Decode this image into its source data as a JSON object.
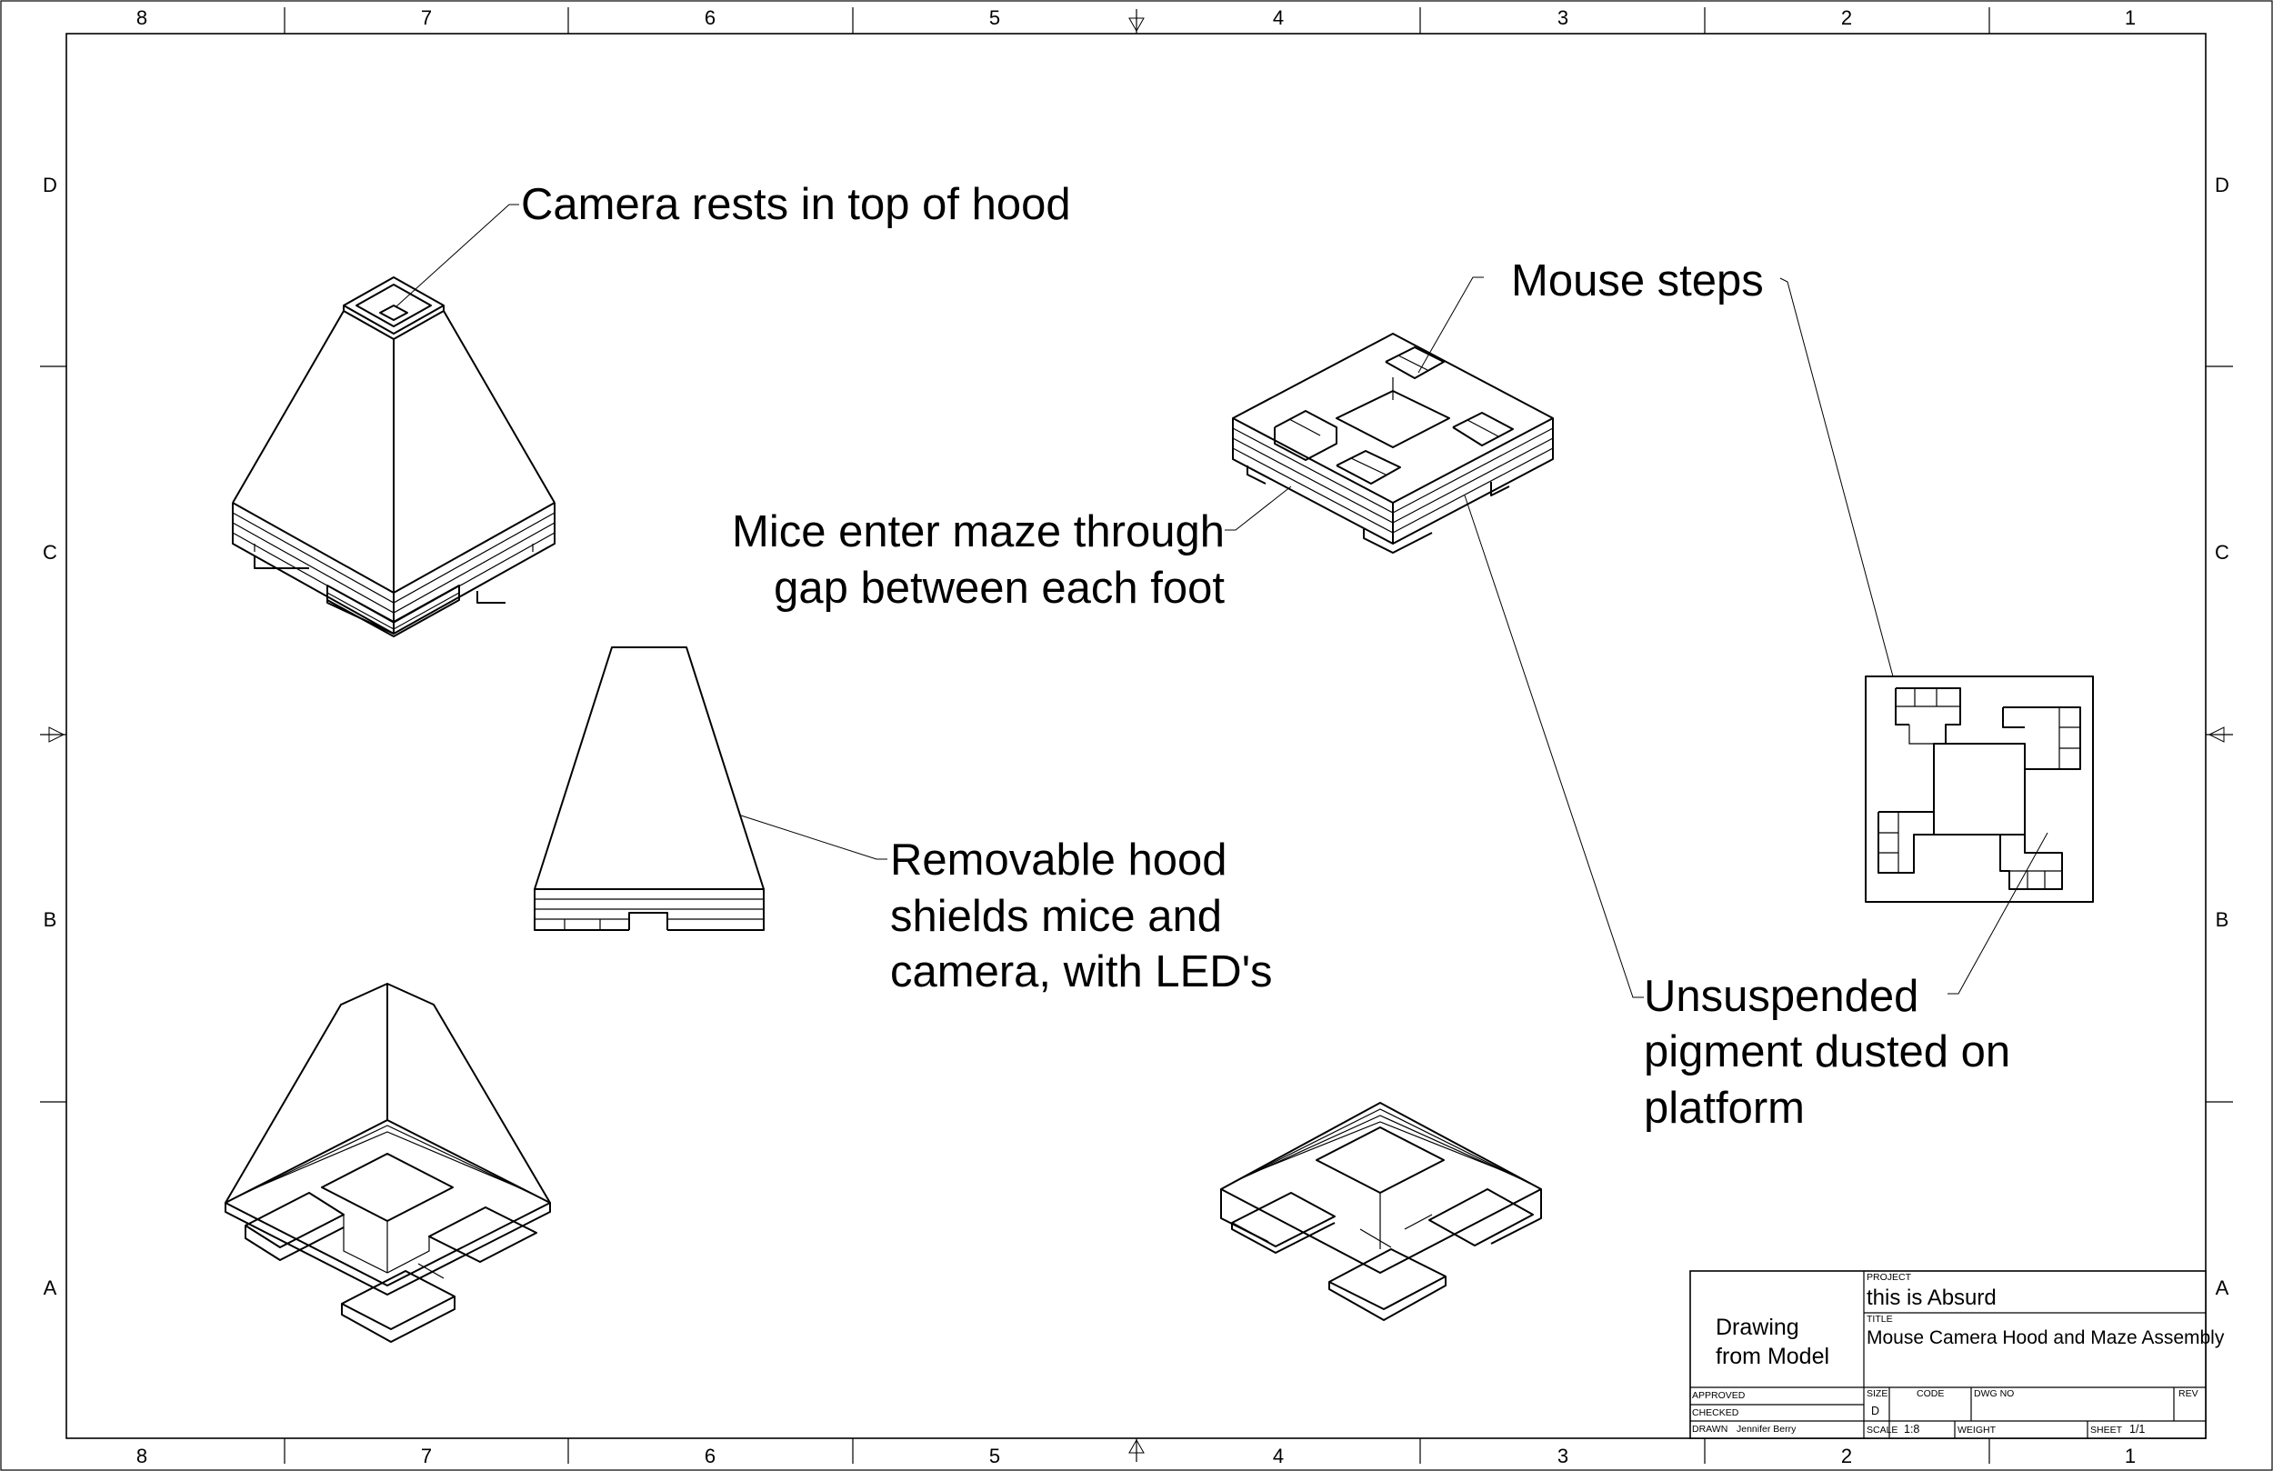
{
  "border": {
    "top_numbers": [
      "8",
      "7",
      "6",
      "5",
      "4",
      "3",
      "2",
      "1"
    ],
    "bottom_numbers": [
      "8",
      "7",
      "6",
      "5",
      "4",
      "3",
      "2",
      "1"
    ],
    "left_letters": [
      "D",
      "C",
      "B",
      "A"
    ],
    "right_letters": [
      "D",
      "C",
      "B",
      "A"
    ]
  },
  "annotations": {
    "camera": "Camera rests in top of hood",
    "mouse_steps": "Mouse steps",
    "mice_enter_line1": "Mice enter maze through",
    "mice_enter_line2": "gap between each foot",
    "hood_line1": "Removable hood",
    "hood_line2": "shields mice and",
    "hood_line3": "camera, with LED's",
    "pigment_line1": "Unsuspended",
    "pigment_line2": "pigment dusted on",
    "pigment_line3": "platform"
  },
  "title_block": {
    "drawing_from_line1": "Drawing",
    "drawing_from_line2": "from Model",
    "project_label": "PROJECT",
    "project_value": "this is Absurd",
    "title_label": "TITLE",
    "title_value": "Mouse Camera Hood and Maze Assembly",
    "approved_label": "APPROVED",
    "checked_label": "CHECKED",
    "drawn_label": "DRAWN",
    "drawn_value": "Jennifer Berry",
    "size_label": "SIZE",
    "size_value": "D",
    "code_label": "CODE",
    "dwg_no_label": "DWG NO",
    "rev_label": "REV",
    "scale_label": "SCALE",
    "scale_value": "1:8",
    "weight_label": "WEIGHT",
    "sheet_label": "SHEET",
    "sheet_value": "1/1"
  }
}
